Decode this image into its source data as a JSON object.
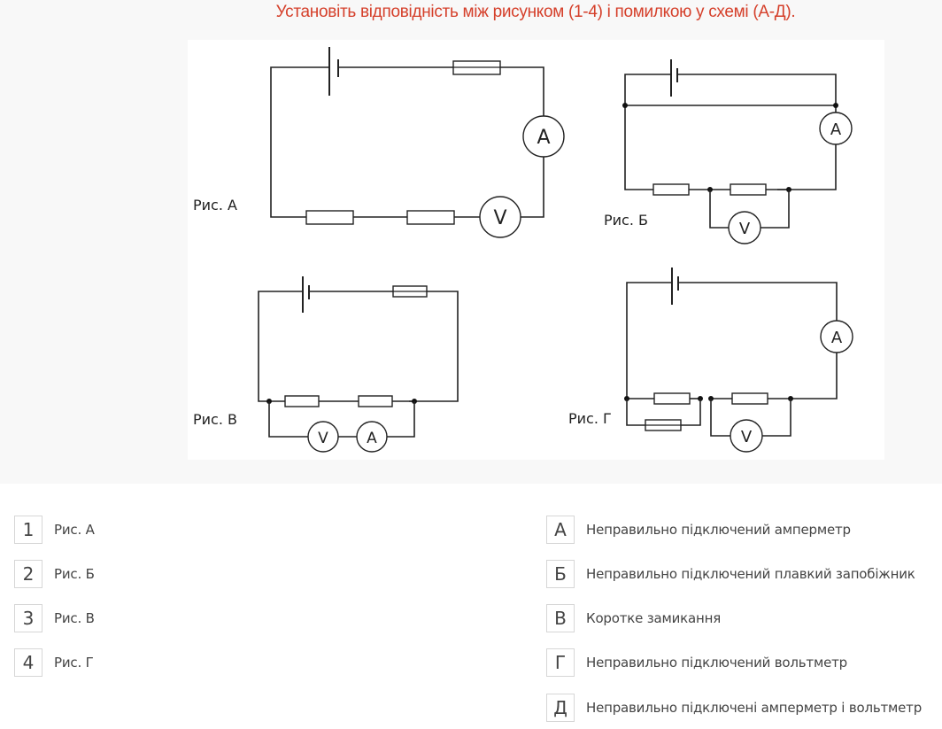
{
  "task": {
    "title": "Установіть відповідність між рисунком (1-4) і помилкою у схемі (А-Д)."
  },
  "figures": {
    "a": {
      "label": "Рис. А",
      "ammeter": "A",
      "voltmeter": "V"
    },
    "b": {
      "label": "Рис. Б",
      "ammeter": "A",
      "voltmeter": "V"
    },
    "v": {
      "label": "Рис. В",
      "ammeter": "A",
      "voltmeter": "V"
    },
    "g": {
      "label": "Рис. Г",
      "ammeter": "A",
      "voltmeter": "V"
    }
  },
  "left_items": [
    {
      "key": "1",
      "text": "Рис. А"
    },
    {
      "key": "2",
      "text": "Рис. Б"
    },
    {
      "key": "3",
      "text": "Рис. В"
    },
    {
      "key": "4",
      "text": "Рис. Г"
    }
  ],
  "right_items": [
    {
      "key": "А",
      "text": "Неправильно підключений амперметр"
    },
    {
      "key": "Б",
      "text": "Неправильно підключений плавкий запобіжник"
    },
    {
      "key": "В",
      "text": "Коротке замикання"
    },
    {
      "key": "Г",
      "text": "Неправильно підключений вольтметр"
    },
    {
      "key": "Д",
      "text": "Неправильно підключені амперметр і вольтметр"
    }
  ]
}
